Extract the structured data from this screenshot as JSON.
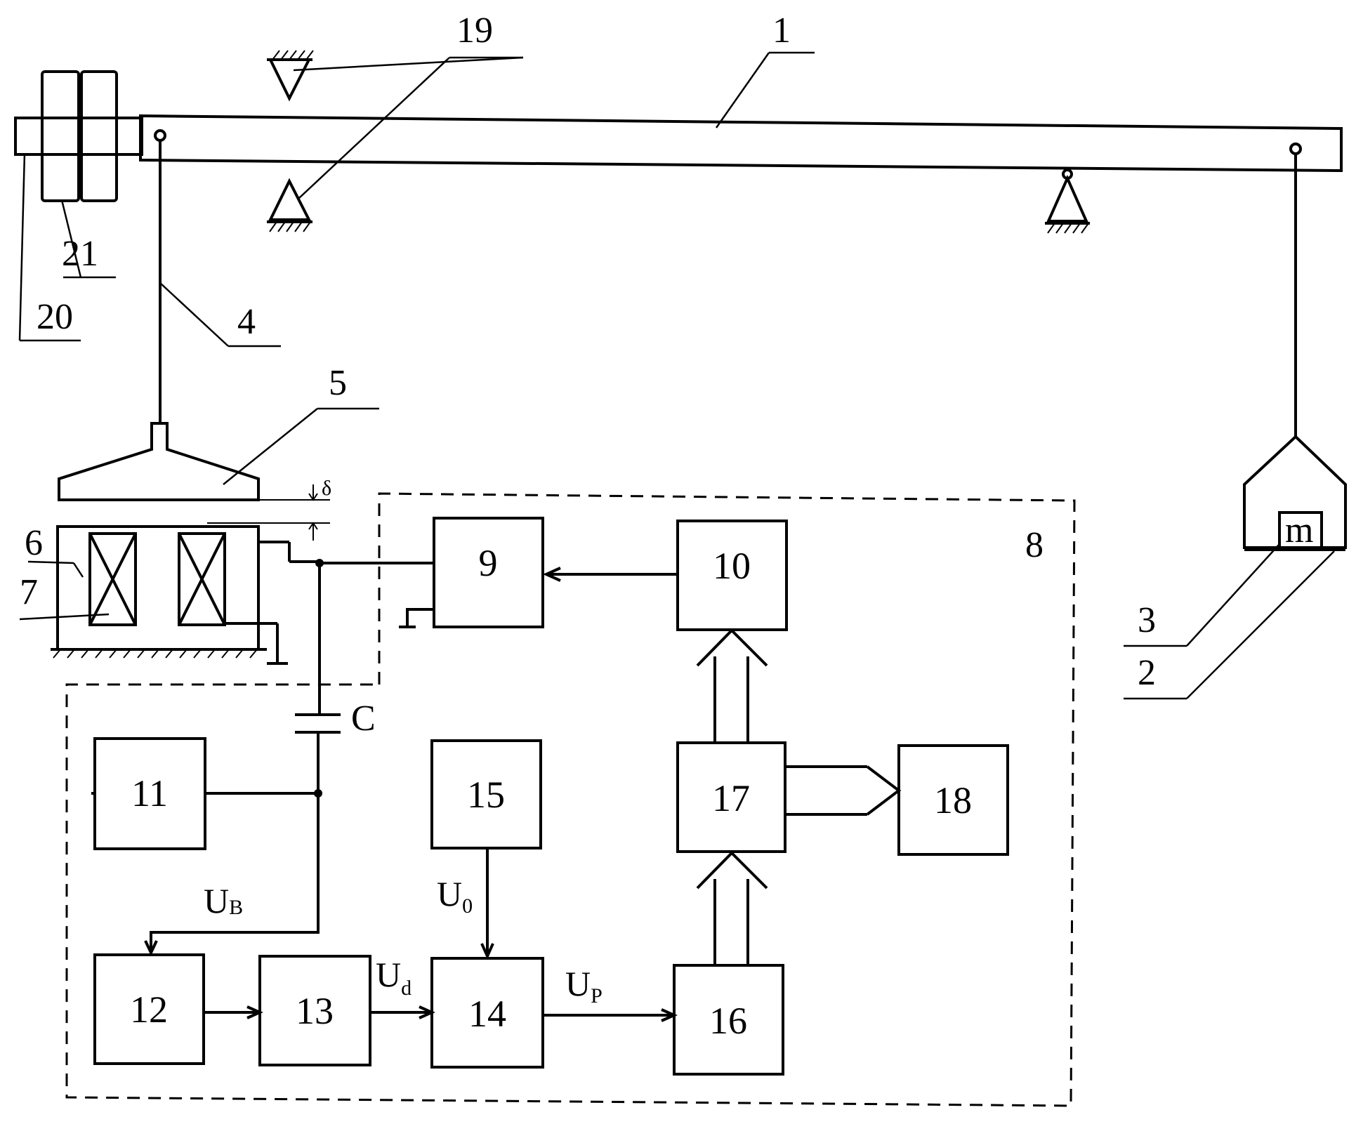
{
  "labels": {
    "beam": "1",
    "pan": "2",
    "mass_ref": "3",
    "rod": "4",
    "armature": "5",
    "core": "6",
    "coil": "7",
    "circuit": "8",
    "nut": "20",
    "counterweight": "21",
    "supports": "19",
    "capacitor": "C",
    "gap": "δ"
  },
  "mass_symbol": "m",
  "blocks": {
    "b9": "9",
    "b10": "10",
    "b11": "11",
    "b12": "12",
    "b13": "13",
    "b14": "14",
    "b15": "15",
    "b16": "16",
    "b17": "17",
    "b18": "18"
  },
  "signals": {
    "ub_main": "U",
    "ub_sub": "B",
    "u0_main": "U",
    "u0_sub": "0",
    "ud_main": "U",
    "ud_sub": "d",
    "up_main": "U",
    "up_sub": "P"
  }
}
